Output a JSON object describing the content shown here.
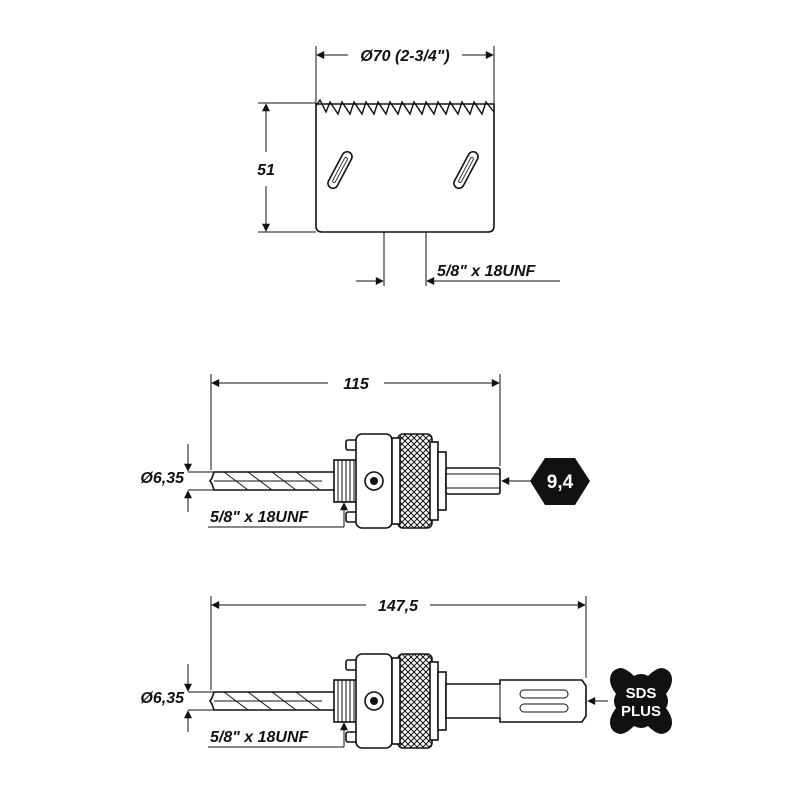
{
  "holesaw": {
    "diameter_label": "Ø70 (2-3/4\")",
    "height_label": "51",
    "thread_label": "5/8\" x 18UNF"
  },
  "arbor_hex": {
    "length_label": "115",
    "pilot_label": "Ø6,35",
    "thread_label": "5/8\" x 18UNF",
    "shank_badge": "9,4"
  },
  "arbor_sds": {
    "length_label": "147,5",
    "pilot_label": "Ø6,35",
    "thread_label": "5/8\" x 18UNF",
    "shank_badge_line1": "SDS",
    "shank_badge_line2": "PLUS"
  }
}
